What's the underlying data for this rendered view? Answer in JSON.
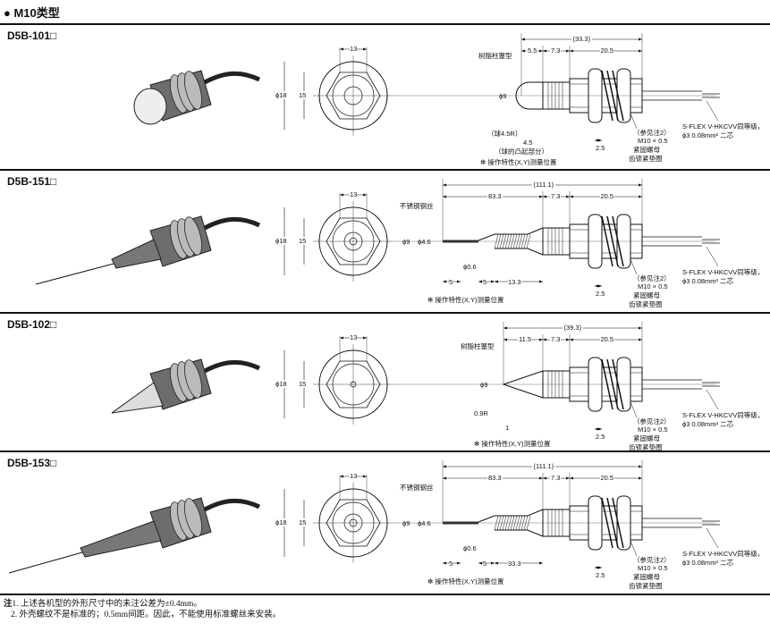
{
  "title": "● M10类型",
  "common": {
    "front_width": "13",
    "front_dia": "ϕ18",
    "front_inner": "15",
    "thread": "M10 × 0.5",
    "see_note": "（参见注2）",
    "nut": "紧固螺母",
    "washer": "齿锁紧垫圈",
    "washer_thickness": "2.5",
    "dim_body": "7.3",
    "dim_hex": "20.5",
    "phi9": "ϕ9",
    "cable_line1": "S-FLEX V-HKCVV同等级，",
    "cable_line2": "ϕ3 0.08mm² 二芯",
    "measure_note": "✻ 操作特性(X,Y)测量位置"
  },
  "sections": [
    {
      "model": "D5B-101□",
      "kind": "ball",
      "total": "(33.3)",
      "tip_len": "5.5",
      "tip_label": "树脂柱塞型",
      "extra": [
        "（球4.5R）",
        "4.5",
        "（球的凸起部分）"
      ]
    },
    {
      "model": "D5B-151□",
      "kind": "wire",
      "total": "(111.1)",
      "tip_len": "83.3",
      "tip_label": "不锈钢钢丝",
      "extra": [
        "ϕ4.6",
        "ϕ0.6",
        "5",
        "5",
        "13.3"
      ]
    },
    {
      "model": "D5B-102□",
      "kind": "cone",
      "total": "(39.3)",
      "tip_len": "11.5",
      "tip_label": "树脂柱塞型",
      "extra": [
        "0.9R",
        "1"
      ]
    },
    {
      "model": "D5B-153□",
      "kind": "wirelong",
      "total": "(111.1)",
      "tip_len": "83.3",
      "tip_label": "不锈钢钢丝",
      "extra": [
        "ϕ4.6",
        "ϕ0.6",
        "5",
        "5",
        "33.3"
      ]
    }
  ],
  "notes": {
    "prefix": "注",
    "note1": "1. 上述各机型的外形尺寸中的未注公差为±0.4mm。",
    "note2": "2. 外壳螺纹不是标准的；0.5mm间距。因此，不能使用标准螺丝来安装。"
  }
}
